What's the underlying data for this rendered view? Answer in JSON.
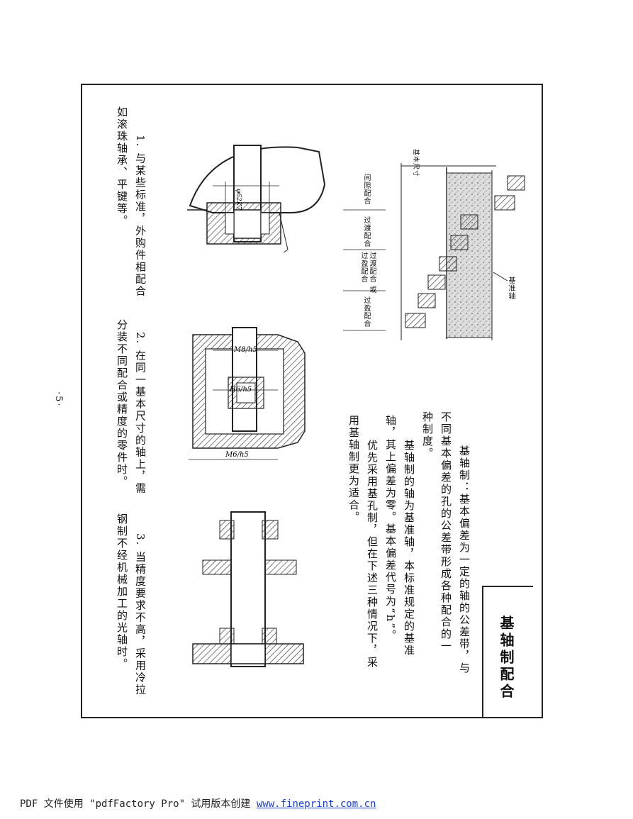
{
  "page_number": "·5·",
  "title": "基轴制配合",
  "definition": {
    "col1": "基轴制：基本偏差为一定的轴的公差带，与",
    "col2": "不同基本偏差的孔的公差带形成各种配合的一",
    "col3": "种制度。",
    "col4": "基轴制的轴为基准轴，本标准规定的基准",
    "col5": "轴，其上偏差为零。基本偏差代号为“h”。",
    "col6": "优先采用基孔制，但在下述三种情况下，采",
    "col7": "用基轴制更为适合。"
  },
  "diagram_labels": {
    "basic_size": "基本尺寸",
    "datum_shaft": "基准轴",
    "clearance_fit": "间隙配合",
    "transition_fit": "过渡配合",
    "transition_or_interference": "过渡配合 或 过盈配合",
    "interference_fit": "过盈配合"
  },
  "cases": {
    "case1_a": "1. 与某些标准，外购件相配合",
    "case1_b": "如滚珠轴承、平键等。",
    "case2_a": "2. 在同一基本尺寸的轴上，需",
    "case2_b": "分装不同配合或精度的零件时。",
    "case3_a": "3. 当精度要求不高，采用冷拉",
    "case3_b": "钢制不经机械加工的光轴时。"
  },
  "dimensions": {
    "d1": "φ62K7",
    "d2": "M8/h5",
    "d3": "H6/h5",
    "d4": "M6/h5"
  },
  "footer": {
    "text": "PDF 文件使用 \"pdfFactory Pro\" 试用版本创建 ",
    "link": "www.fineprint.com.cn"
  }
}
